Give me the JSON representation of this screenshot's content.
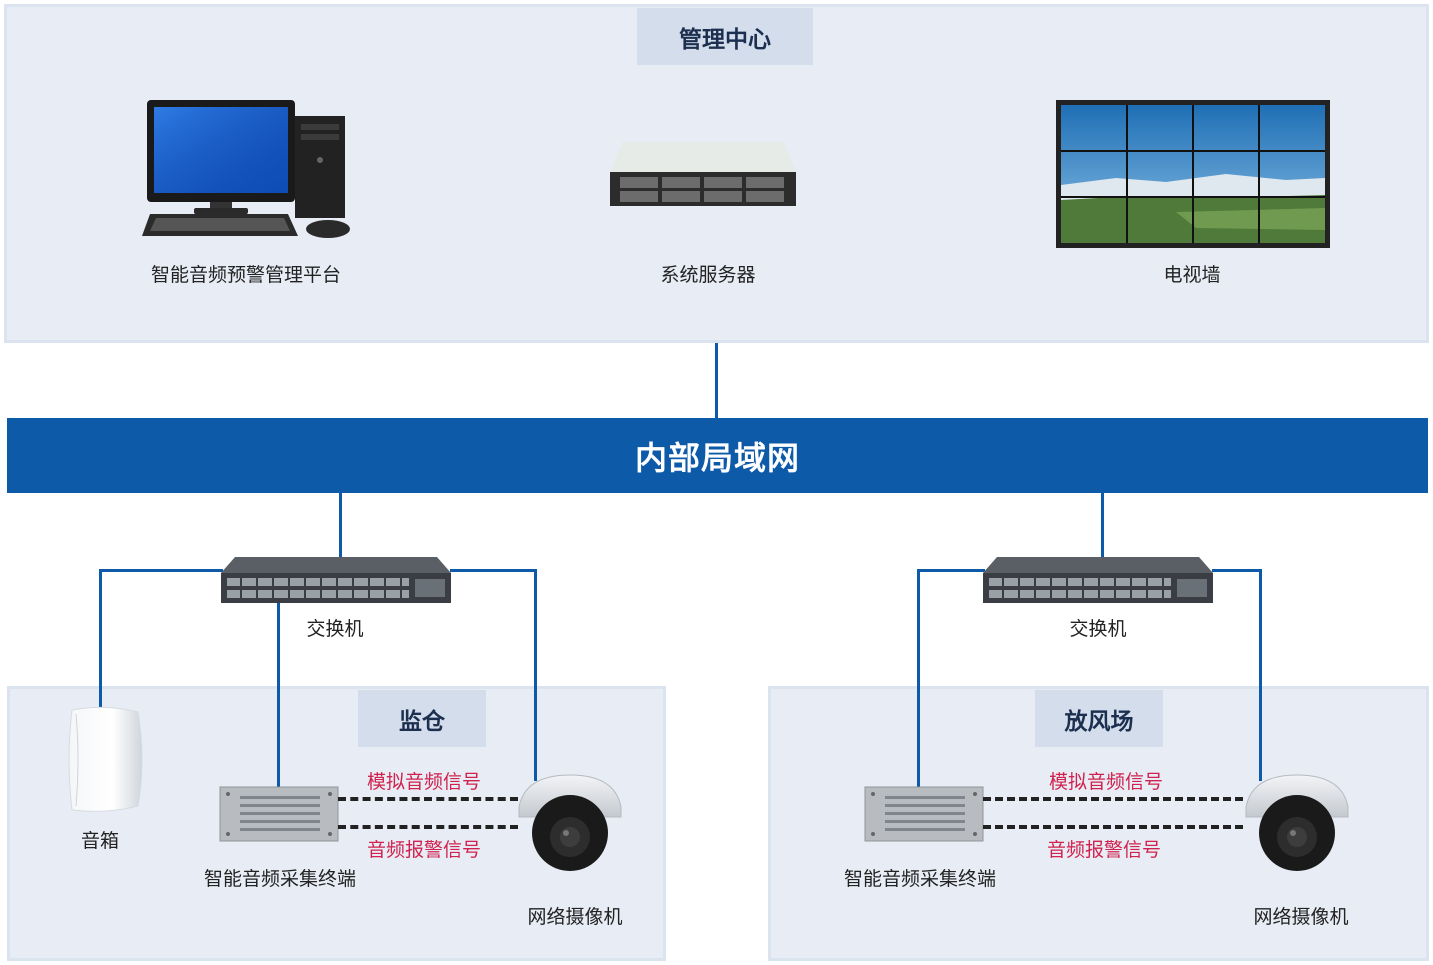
{
  "management": {
    "title": "管理中心",
    "platform_label": "智能音频预警管理平台",
    "server_label": "系统服务器",
    "videowall_label": "电视墙"
  },
  "lan": {
    "label": "内部局域网"
  },
  "left_site": {
    "switch_label": "交换机",
    "zone_title": "监仓",
    "speaker_label": "音箱",
    "terminal_label": "智能音频采集终端",
    "camera_label": "网络摄像机",
    "signal_analog": "模拟音频信号",
    "signal_alarm": "音频报警信号"
  },
  "right_site": {
    "switch_label": "交换机",
    "zone_title": "放风场",
    "terminal_label": "智能音频采集终端",
    "camera_label": "网络摄像机",
    "signal_analog": "模拟音频信号",
    "signal_alarm": "音频报警信号"
  },
  "colors": {
    "network_blue": "#0c5aa8",
    "panel_bg": "#e8edf5",
    "signal_text": "#d0224e"
  }
}
